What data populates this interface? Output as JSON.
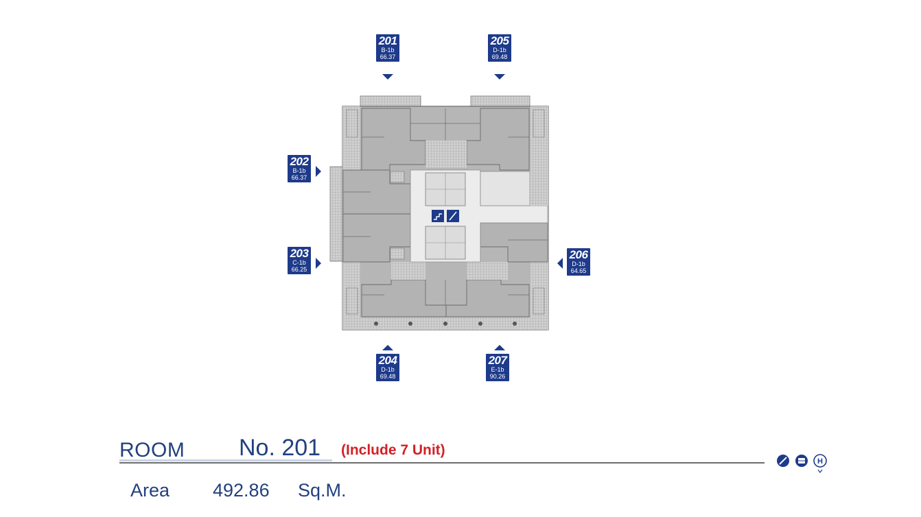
{
  "units": [
    {
      "id": "201",
      "number": "201",
      "type": "B-1b",
      "area": "66.37",
      "dir": "down"
    },
    {
      "id": "205",
      "number": "205",
      "type": "D-1b",
      "area": "69.48",
      "dir": "down"
    },
    {
      "id": "202",
      "number": "202",
      "type": "B-1b",
      "area": "66.37",
      "dir": "right"
    },
    {
      "id": "203",
      "number": "203",
      "type": "C-1b",
      "area": "66.25",
      "dir": "right"
    },
    {
      "id": "206",
      "number": "206",
      "type": "D-1b",
      "area": "64.65",
      "dir": "left"
    },
    {
      "id": "204",
      "number": "204",
      "type": "D-1b",
      "area": "69.48",
      "dir": "up"
    },
    {
      "id": "207",
      "number": "207",
      "type": "E-1b",
      "area": "90.26",
      "dir": "up"
    }
  ],
  "room": {
    "label": "ROOM",
    "number": "No. 201",
    "note": "(Include 7 Unit)"
  },
  "area": {
    "label": "Area",
    "value": "492.86",
    "unit": "Sq.M."
  },
  "legend_icons": [
    "stairs-icon",
    "elevator-icon",
    "fire-hose-icon"
  ],
  "colors": {
    "brand_blue": "#1e3a8a",
    "note_red": "#d32027",
    "plan_gray": "#b3b3b3",
    "core_light": "#ececec"
  }
}
